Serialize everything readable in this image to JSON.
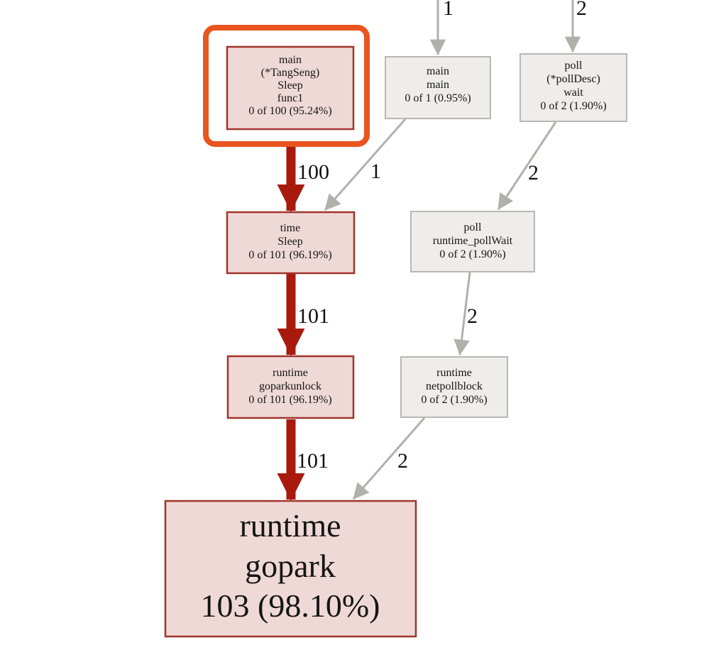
{
  "colors": {
    "highlight_ring": "#e8551e",
    "hot_node_fill": "#efd9d7",
    "hot_node_border": "#a0342a",
    "hot_edge": "#a81a0e",
    "cool_node_fill": "#eeedeb",
    "cool_node_border": "#b9b7b1",
    "cool_edge": "#b2b0aa",
    "background": "#ffffff"
  },
  "nodes": {
    "func1": {
      "lines": [
        "main",
        "(*TangSeng)",
        "Sleep",
        "func1",
        "0 of 100 (95.24%)"
      ],
      "selected": true
    },
    "main_main": {
      "lines": [
        "main",
        "main",
        "0 of 1 (0.95%)"
      ]
    },
    "poll_wait": {
      "lines": [
        "poll",
        "(*pollDesc)",
        "wait",
        "0 of 2 (1.90%)"
      ]
    },
    "time_sleep": {
      "lines": [
        "time",
        "Sleep",
        "0 of 101 (96.19%)"
      ]
    },
    "poll_pollwait": {
      "lines": [
        "poll",
        "runtime_pollWait",
        "0 of 2 (1.90%)"
      ]
    },
    "goparkunlock": {
      "lines": [
        "runtime",
        "goparkunlock",
        "0 of 101 (96.19%)"
      ]
    },
    "netpollblock": {
      "lines": [
        "runtime",
        "netpollblock",
        "0 of 2 (1.90%)"
      ]
    },
    "gopark": {
      "lines": [
        "runtime",
        "gopark",
        "103 (98.10%)"
      ]
    }
  },
  "edges": {
    "top_to_main_main": {
      "label": "1"
    },
    "top_to_poll_wait": {
      "label": "2"
    },
    "func1_to_time_sleep": {
      "label": "100"
    },
    "main_main_to_time_sleep": {
      "label": "1"
    },
    "poll_wait_to_poll_pollwait": {
      "label": "2"
    },
    "time_sleep_to_goparkunlock": {
      "label": "101"
    },
    "poll_pollwait_to_netpollblock": {
      "label": "2"
    },
    "goparkunlock_to_gopark": {
      "label": "101"
    },
    "netpollblock_to_gopark": {
      "label": "2"
    }
  }
}
